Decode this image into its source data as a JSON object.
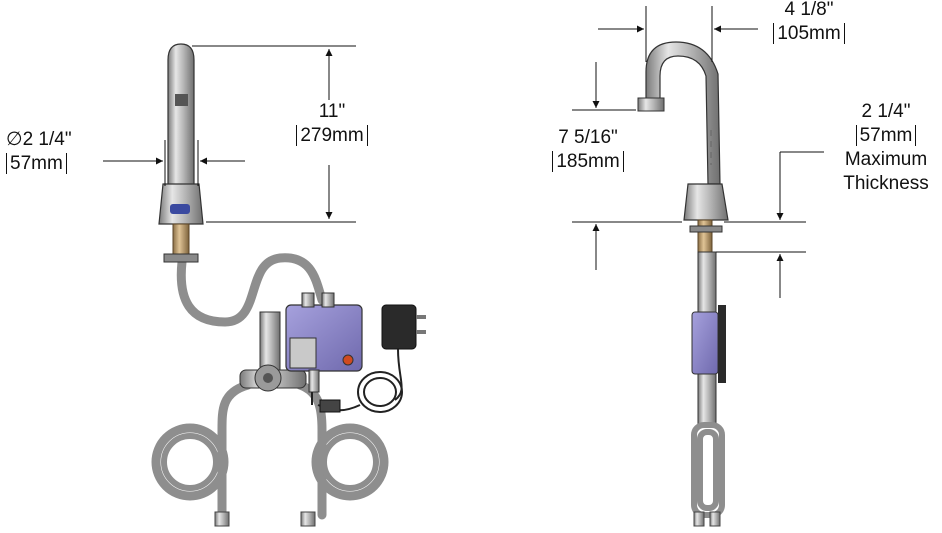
{
  "front_view": {
    "height_dim": {
      "in": "11\"",
      "mm": "279mm"
    },
    "diameter_dim": {
      "symbol": "∅",
      "in": "2 1/4\"",
      "mm": "57mm"
    }
  },
  "side_view": {
    "reach_dim": {
      "in": "4 1/8\"",
      "mm": "105mm"
    },
    "spout_height_dim": {
      "in": "7 5/16\"",
      "mm": "185mm"
    },
    "thickness_dim": {
      "in": "2 1/4\"",
      "mm": "57mm",
      "line1": "Maximum",
      "line2": "Thickness"
    }
  },
  "colors": {
    "chrome": "#b9b9b9",
    "brass": "#c8a878",
    "control_box": "#8d87c7",
    "hose": "#9a9a9a",
    "line": "#111111"
  }
}
